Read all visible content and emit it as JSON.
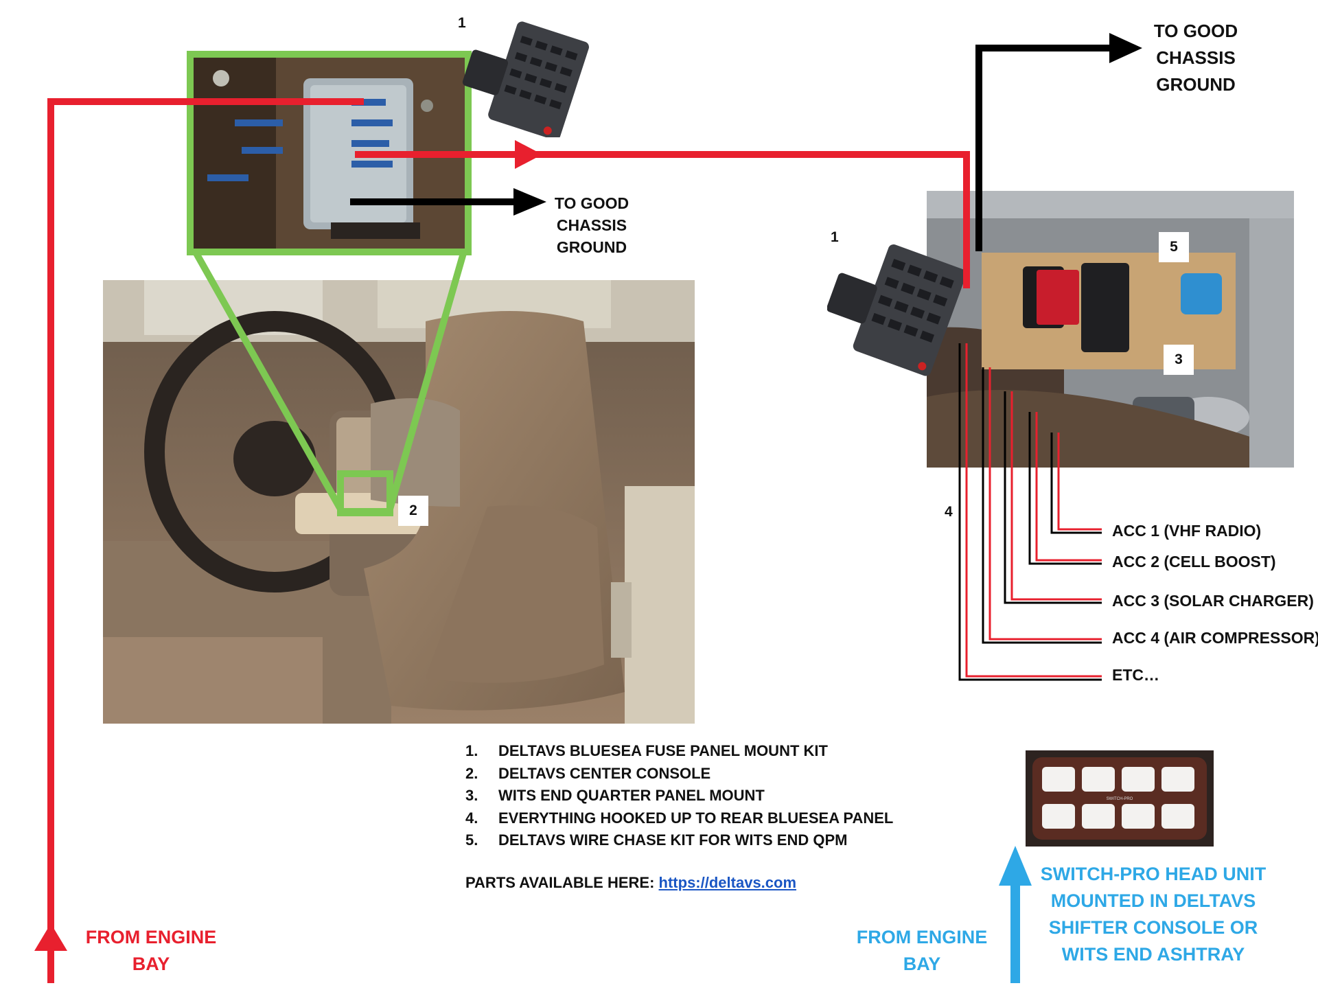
{
  "callouts": {
    "top_ground": "TO GOOD\nCHASSIS\nGROUND",
    "mid_ground": "TO GOOD\nCHASSIS\nGROUND"
  },
  "markers": {
    "fuse_panel_top": "1",
    "fuse_panel_right": "1",
    "console": "2",
    "quarter_panel": "3",
    "hooked_up": "4",
    "wire_chase": "5"
  },
  "accessories": [
    "ACC 1 (VHF RADIO)",
    "ACC 2 (CELL BOOST)",
    "ACC 3 (SOLAR CHARGER)",
    "ACC 4 (AIR COMPRESSOR)",
    "ETC…"
  ],
  "legend": [
    {
      "num": "1.",
      "text": "DELTAVS BLUESEA FUSE PANEL MOUNT KIT"
    },
    {
      "num": "2.",
      "text": "DELTAVS CENTER CONSOLE"
    },
    {
      "num": "3.",
      "text": "WITS END QUARTER PANEL MOUNT"
    },
    {
      "num": "4.",
      "text": "EVERYTHING HOOKED UP TO REAR BLUESEA PANEL"
    },
    {
      "num": "5.",
      "text": "DELTAVS WIRE CHASE KIT FOR WITS END QPM"
    }
  ],
  "parts": {
    "label": "PARTS AVAILABLE HERE:",
    "link": "https://deltavs.com"
  },
  "from_engine_red": "FROM ENGINE\nBAY",
  "from_engine_blue": "FROM ENGINE\nBAY",
  "switch_pro": "SWITCH-PRO HEAD UNIT\nMOUNTED IN DELTAVS\nSHIFTER CONSOLE OR\nWITS END ASHTRAY",
  "switch_pro_badge": "SWITCH-PRO",
  "colors": {
    "power_wire": "#e8202e",
    "ground_wire": "#000000",
    "highlight": "#7dc852",
    "engine_feed": "#2ea8e6",
    "link": "#1a56c4"
  }
}
